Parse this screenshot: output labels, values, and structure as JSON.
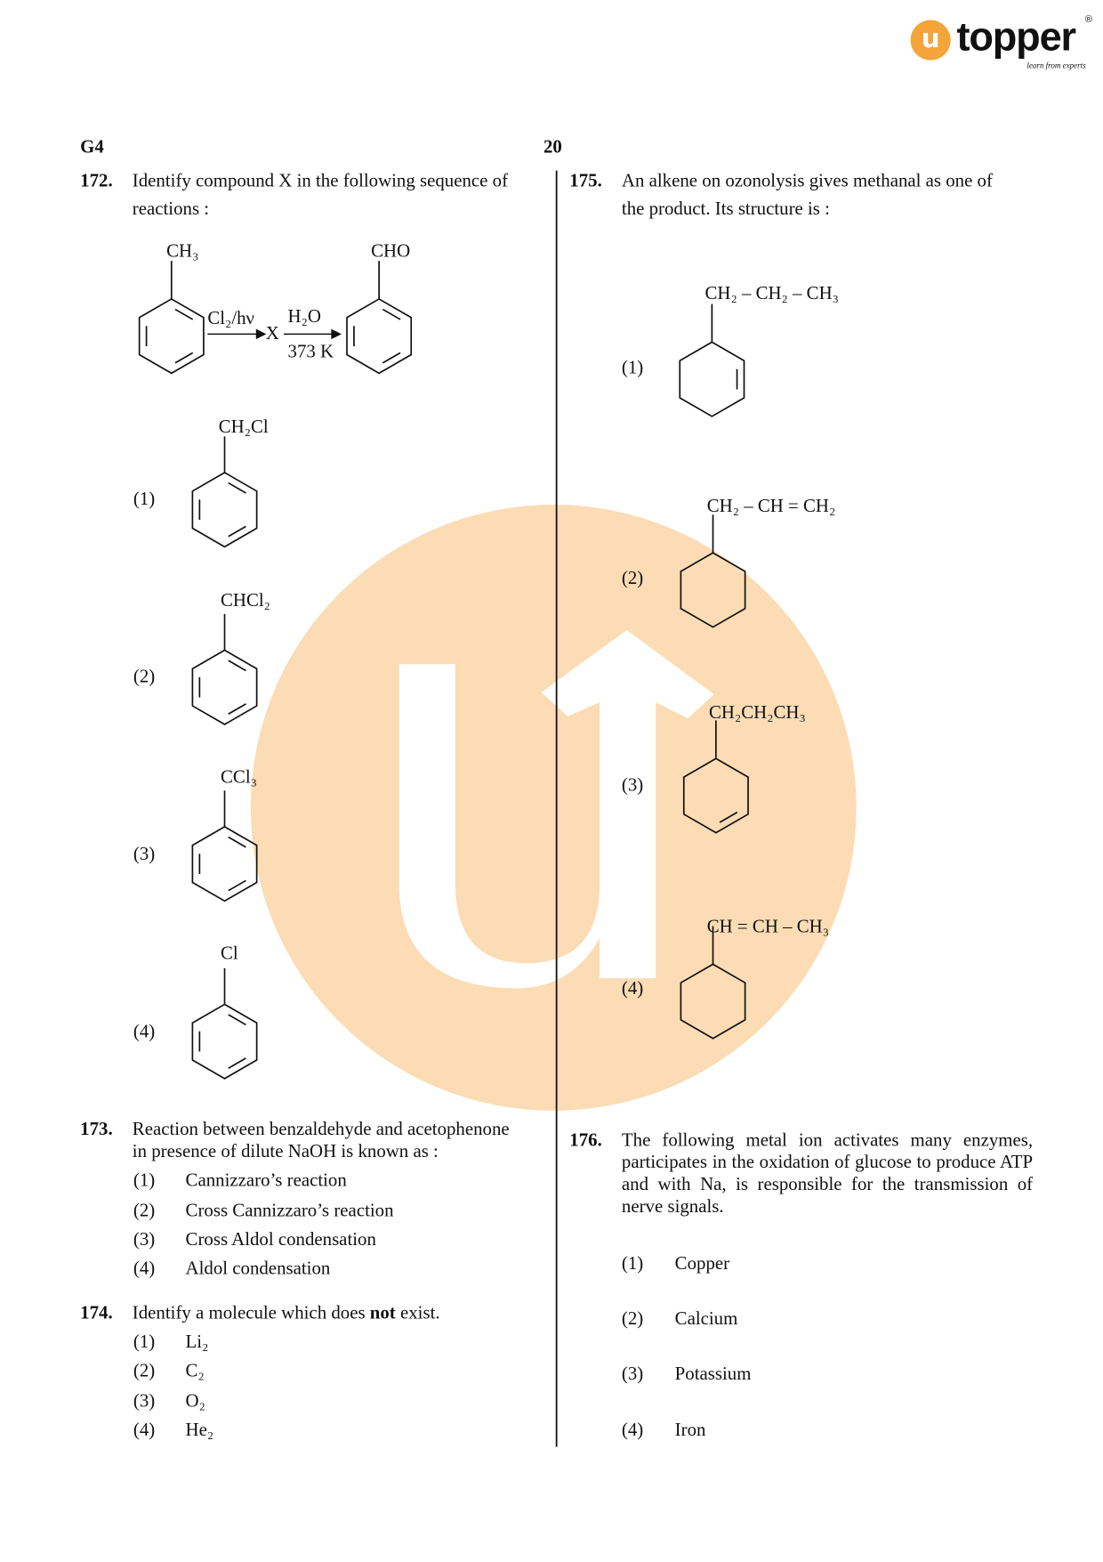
{
  "brand": {
    "name": "topper",
    "tagline": "learn from experts",
    "mark": "u",
    "registered": "®",
    "accent": "#f4a43a",
    "watermark_color": "#fbdcb4"
  },
  "header": {
    "code": "G4",
    "page": "20"
  },
  "q172": {
    "num": "172.",
    "line1": "Identify compound X in the following sequence of",
    "line2": "reactions :",
    "reaction": {
      "start": "CH₃",
      "reagent1": "Cl₂/hν",
      "intermediate": "X",
      "reagent2_top": "H₂O",
      "reagent2_bottom": "373 K",
      "product": "CHO"
    },
    "options": [
      {
        "label": "(1)",
        "group": "CH₂Cl"
      },
      {
        "label": "(2)",
        "group": "CHCl₂"
      },
      {
        "label": "(3)",
        "group": "CCl₃"
      },
      {
        "label": "(4)",
        "group": "Cl"
      }
    ]
  },
  "q173": {
    "num": "173.",
    "line1": "Reaction between benzaldehyde and acetophenone",
    "line2": "in presence of dilute NaOH is known as :",
    "options": [
      {
        "label": "(1)",
        "text": "Cannizzaro’s reaction"
      },
      {
        "label": "(2)",
        "text": "Cross Cannizzaro’s reaction"
      },
      {
        "label": "(3)",
        "text": "Cross Aldol condensation"
      },
      {
        "label": "(4)",
        "text": "Aldol condensation"
      }
    ]
  },
  "q174": {
    "num": "174.",
    "pre": "Identify a molecule which does ",
    "bold": "not",
    "post": " exist.",
    "options": [
      {
        "label": "(1)",
        "text": "Li₂"
      },
      {
        "label": "(2)",
        "text": "C₂"
      },
      {
        "label": "(3)",
        "text": "O₂"
      },
      {
        "label": "(4)",
        "text": "He₂"
      }
    ]
  },
  "q175": {
    "num": "175.",
    "line1": "An alkene on ozonolysis gives methanal as one of",
    "line2": "the product.  Its structure is :",
    "options": [
      {
        "label": "(1)",
        "group": "CH₂ – CH₂ – CH₃"
      },
      {
        "label": "(2)",
        "group": "CH₂ – CH = CH₂"
      },
      {
        "label": "(3)",
        "group": "CH₂CH₂CH₃"
      },
      {
        "label": "(4)",
        "group": "CH = CH – CH₃"
      }
    ]
  },
  "q176": {
    "num": "176.",
    "text": "The following metal ion activates many enzymes, participates in the oxidation of glucose to produce ATP and with Na, is responsible for the transmission of nerve signals.",
    "options": [
      {
        "label": "(1)",
        "text": "Copper"
      },
      {
        "label": "(2)",
        "text": "Calcium"
      },
      {
        "label": "(3)",
        "text": "Potassium"
      },
      {
        "label": "(4)",
        "text": "Iron"
      }
    ]
  }
}
